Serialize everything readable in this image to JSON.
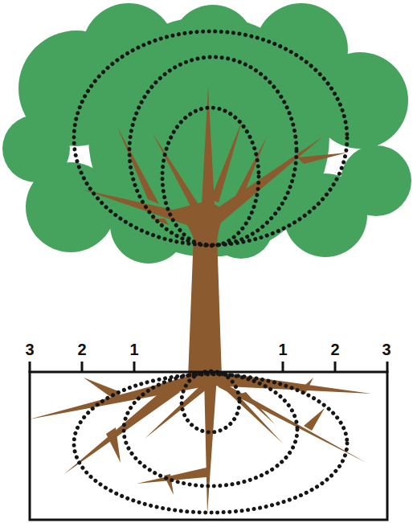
{
  "diagram": {
    "labels": [
      "3",
      "2",
      "1",
      "1",
      "2",
      "3"
    ]
  }
}
